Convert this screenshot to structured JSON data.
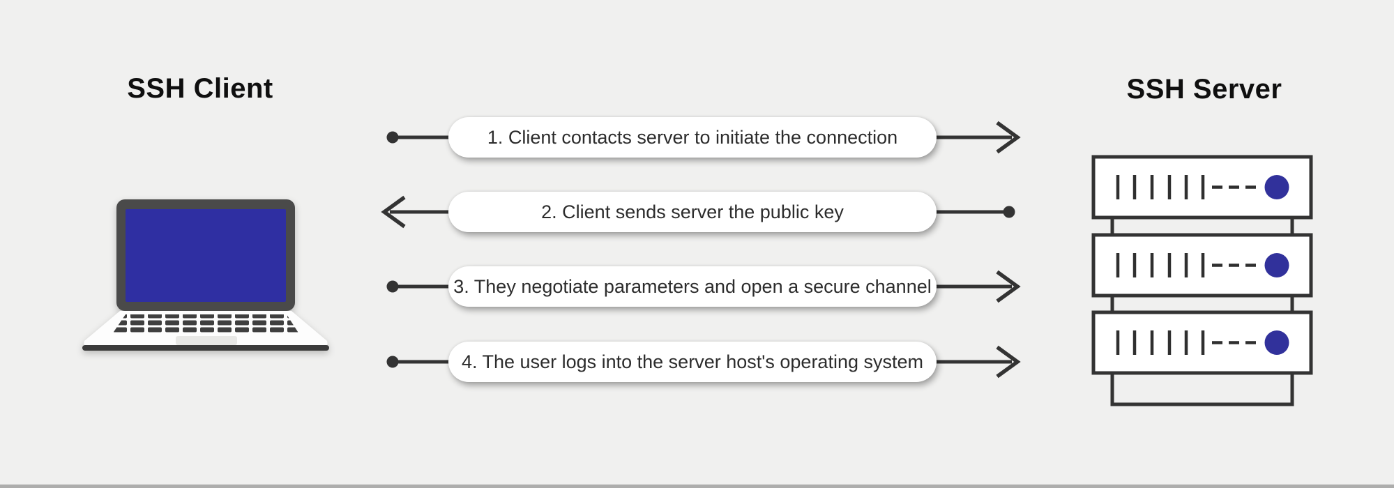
{
  "diagram": {
    "client": {
      "title": "SSH Client",
      "icon": "laptop-icon"
    },
    "server": {
      "title": "SSH Server",
      "icon": "server-rack-icon"
    },
    "messages": [
      {
        "label": "1. Client contacts server to initiate the connection",
        "direction": "right"
      },
      {
        "label": "2. Client sends server the public key",
        "direction": "left"
      },
      {
        "label": "3. They negotiate parameters and open a secure channel",
        "direction": "right"
      },
      {
        "label": "4. The user logs into the server host's operating system",
        "direction": "right"
      }
    ],
    "colors": {
      "background": "#f0f0ef",
      "stroke": "#333333",
      "accent_blue": "#31319b",
      "laptop_screen_blue": "#2f2fa2",
      "pill_background": "#ffffff",
      "message_text": "#2c2c2c"
    }
  }
}
